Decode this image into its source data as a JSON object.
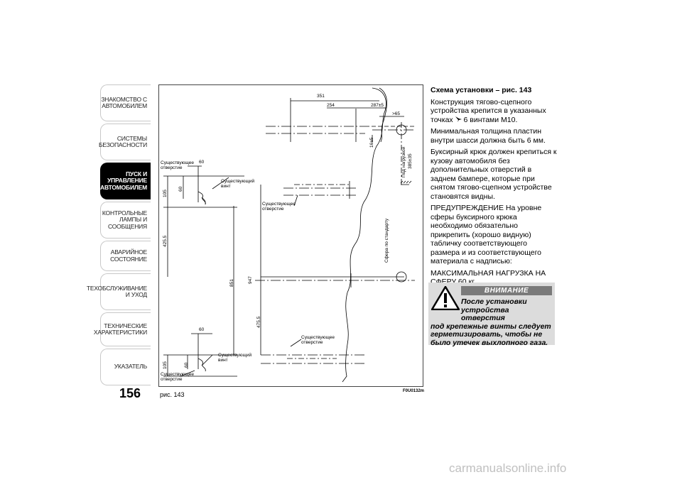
{
  "sidebar": {
    "tabs": [
      {
        "label": "ЗНАКОМСТВО С\nАВТОМОБИЛЕМ",
        "active": false
      },
      {
        "label": "СИСТЕМЫ\nБЕЗОПАСНОСТИ",
        "active": false
      },
      {
        "label": "ПУСК И\nУПРАВЛЕНИЕ\nАВТОМОБИЛЕМ",
        "active": true
      },
      {
        "label": "КОНТРОЛЬНЫЕ\nЛАМПЫ И\nСООБЩЕНИЯ",
        "active": false
      },
      {
        "label": "АВАРИЙНОЕ\nСОСТОЯНИЕ",
        "active": false
      },
      {
        "label": "ТЕХОБСЛУЖИВАНИЕ\nИ УХОД",
        "active": false
      },
      {
        "label": "ТЕХНИЧЕСКИЕ\nХАРАКТЕРИСТИКИ",
        "active": false
      },
      {
        "label": "УКАЗАТЕЛЬ",
        "active": false
      }
    ],
    "page_number": "156"
  },
  "figure": {
    "caption": "рис. 143",
    "code": "F0U0132m",
    "labels": {
      "d351": "351",
      "d254": "254",
      "d287": "287±5",
      "d65": ">65",
      "d16": "16±5",
      "d385": "385±35",
      "load": "Под нагрузкой",
      "d60_top": "60",
      "d105_top": "105",
      "d60_topv": "60",
      "d425": "425.5",
      "d851": "851",
      "d947": "947",
      "d475": "475.5",
      "d60_bot": "60",
      "d105_bot": "105",
      "d60_botv": "60",
      "hole1": "Существующее\nотверстие",
      "screw1": "Существующий\nвинт",
      "hole2": "Существующее\nотверстие",
      "sphere": "Сфера по стандарту",
      "hole3": "Существующее\nотверстие",
      "screw2": "Существующий\nвинт",
      "hole4": "Существующее\nотверстие"
    }
  },
  "content": {
    "title": "Схема установки – рис. 143",
    "p1": "Конструкция тягово-сцепного устройства крепится в указанных точках",
    "p1_tail": "6 винтами М10.",
    "p2": "Минимальная толщина пластин внутри шасси должна быть 6 мм.",
    "p3": "Буксирный крюк должен крепиться к кузову автомобиля без дополнительных отверстий в заднем бампере, которые при снятом тягово-сцепном устройстве становятся видны.",
    "p4": "ПРЕДУПРЕЖДЕНИЕ На уровне сферы буксирного крюка необходимо обязательно прикрепить (хорошо видную) табличку соответствующего размера и из соответствующего материала с надписью:",
    "p5": "МАКСИМАЛЬНАЯ НАГРУЗКА НА СФЕРУ 60 кг"
  },
  "warning": {
    "title": "ВНИМАНИЕ",
    "line1": "После установки",
    "line2": "устройства отверстия",
    "rest": "под крепежные винты следует герметизировать, чтобы не было утечек выхлопного газа."
  },
  "watermark": "carmanualsonline.info"
}
